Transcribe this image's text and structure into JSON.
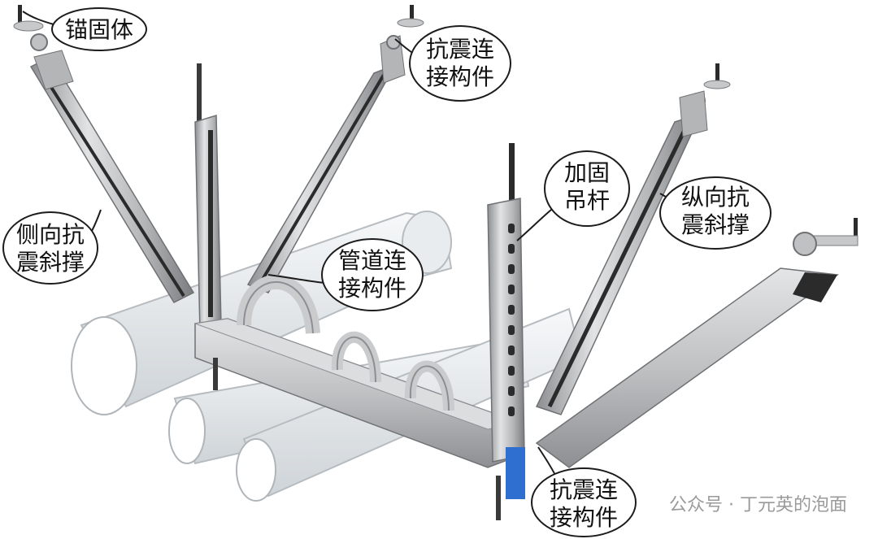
{
  "callouts": {
    "anchor": [
      "锚固体"
    ],
    "seismic_connector_top": [
      "抗震连",
      "接构件"
    ],
    "lateral_brace": [
      "侧向抗",
      "震斜撑"
    ],
    "reinforced_hanger_rod": [
      "加固",
      "吊杆"
    ],
    "longitudinal_brace": [
      "纵向抗",
      "震斜撑"
    ],
    "pipe_connector": [
      "管道连",
      "接构件"
    ],
    "seismic_connector_bottom": [
      "抗震连",
      "接构件"
    ]
  },
  "watermark": "公众号 · 丁元英的泡面",
  "colors": {
    "steel_light": "#d9dadb",
    "steel_mid": "#a9abad",
    "steel_dark": "#6f7174",
    "slot_dark": "#2b2b2b",
    "pipe_fill": "#eef1f3",
    "pipe_edge": "#b7bcc0",
    "endcap_blue": "#2e6fd0",
    "callout_stroke": "#1c1c1c",
    "callout_fill": "#ffffff"
  }
}
